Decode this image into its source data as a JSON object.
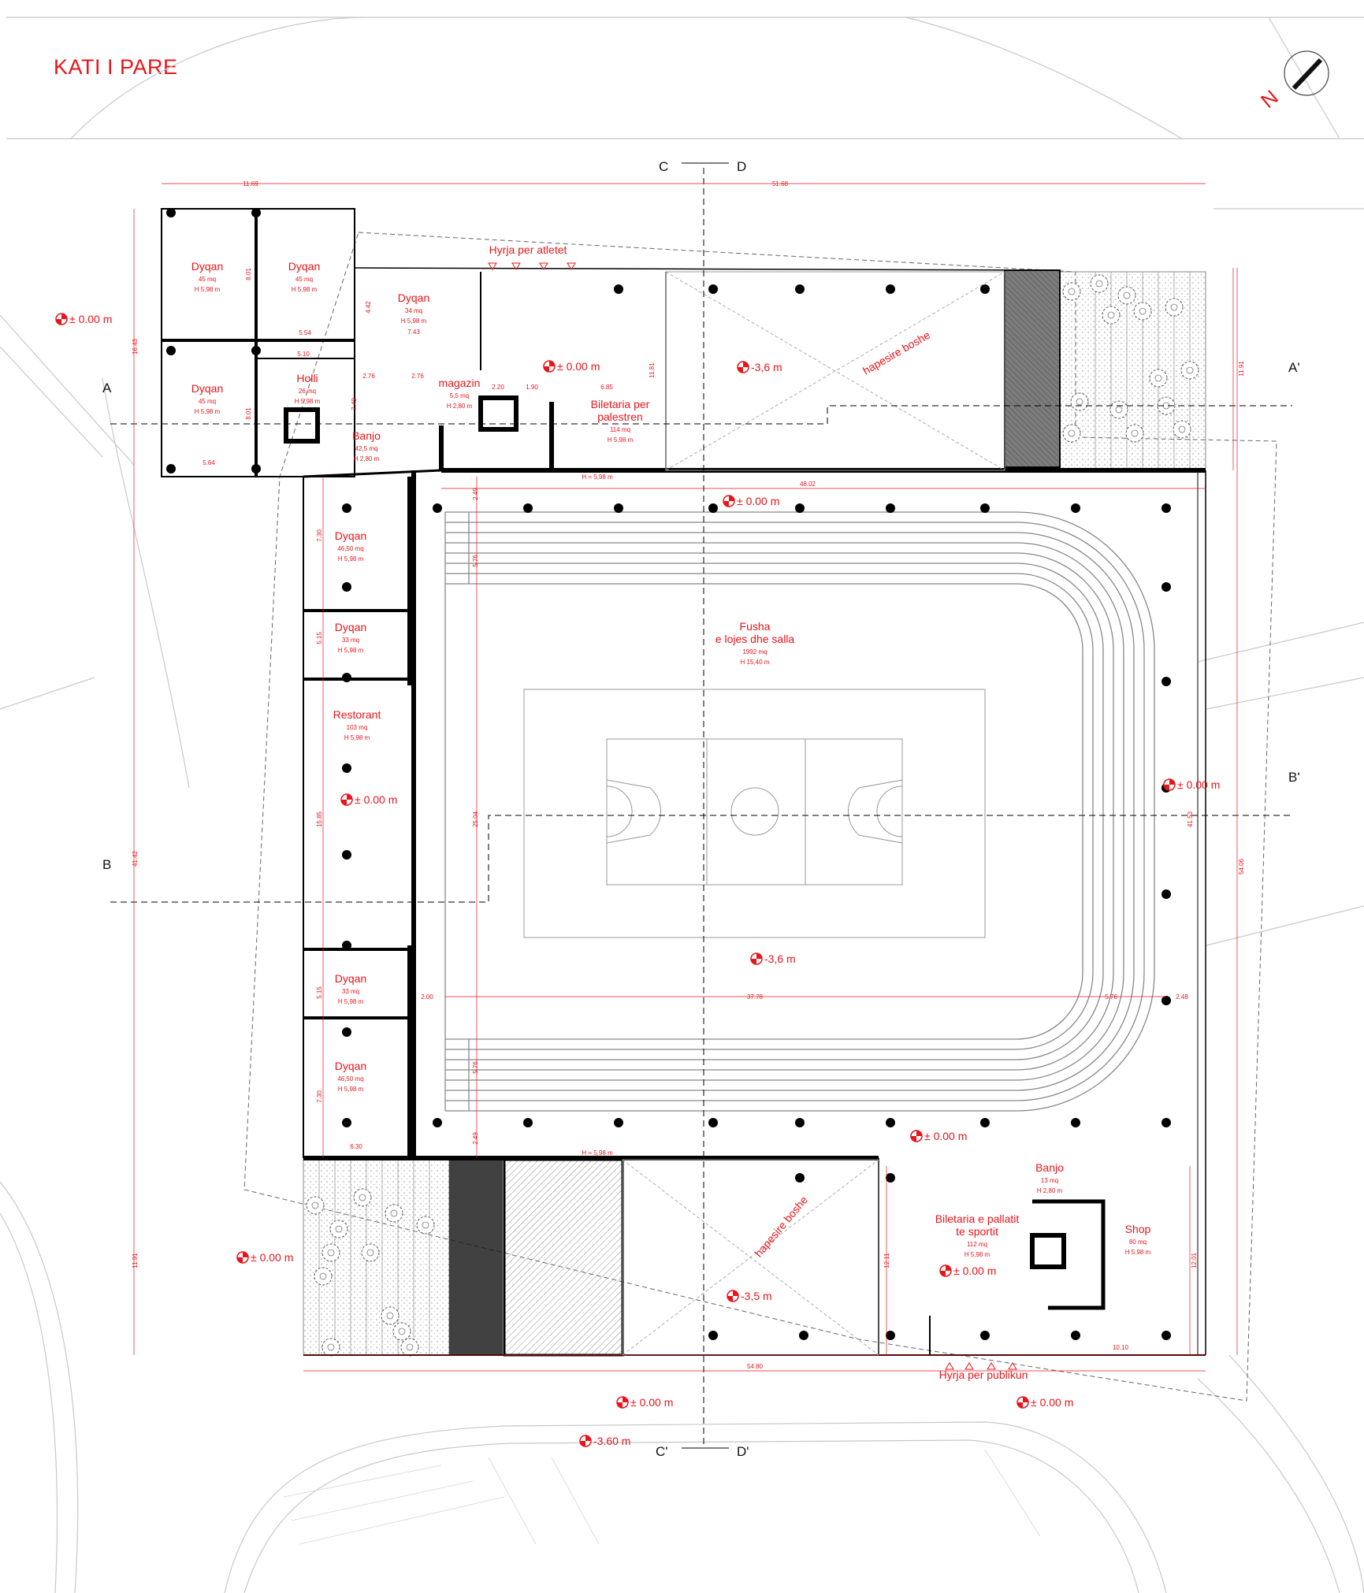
{
  "title": "KATI I PARE",
  "north": {
    "label": "N"
  },
  "sections": {
    "a_left": "A",
    "a_right": "A'",
    "b_left": "B",
    "b_right": "B'",
    "cd_top": "C",
    "cd_top2": "D",
    "cd_bot": "C'",
    "cd_bot2": "D'"
  },
  "rooms": {
    "dyqan_tl1": {
      "name": "Dyqan",
      "area": "45 mq",
      "h": "H 5,98 m"
    },
    "dyqan_tl2": {
      "name": "Dyqan",
      "area": "45 mq",
      "h": "H 5,98 m"
    },
    "dyqan_tl3": {
      "name": "Dyqan",
      "area": "45 mq",
      "h": "H 5,98 m"
    },
    "dyqan_top": {
      "name": "Dyqan",
      "area": "34 mq",
      "h": "H 5,98 m"
    },
    "holli": {
      "name": "Holli",
      "area": "26 mq",
      "h": "H 5,98 m"
    },
    "banjo_top": {
      "name": "Banjo",
      "area": "42,5 mq",
      "h": "H 2,80 m"
    },
    "magazin": {
      "name": "magazin",
      "area": "5,5 mq",
      "h": "H 2,80 m"
    },
    "hyrja_atlet": {
      "name": "Hyrja per atletet"
    },
    "biletaria_pal": {
      "name1": "Biletaria per",
      "name2": "palestren",
      "area": "114 mq",
      "h": "H 5,98 m"
    },
    "hapesire_top": {
      "name": "hapesire boshe"
    },
    "dyqan_l1": {
      "name": "Dyqan",
      "area": "46,50 mq",
      "h": "H 5,98 m"
    },
    "dyqan_l2": {
      "name": "Dyqan",
      "area": "33 mq",
      "h": "H 5,98 m"
    },
    "restorant": {
      "name": "Restorant",
      "area": "103 mq",
      "h": "H 5,98 m"
    },
    "dyqan_l3": {
      "name": "Dyqan",
      "area": "33 mq",
      "h": "H 5,98 m"
    },
    "dyqan_l4": {
      "name": "Dyqan",
      "area": "46,50 mq",
      "h": "H 5,98 m"
    },
    "fusha": {
      "name1": "Fusha",
      "name2": "e lojes dhe salla",
      "area": "1992 mq",
      "h": "H 15,40 m"
    },
    "hapesire_bot": {
      "name": "hapesire boshe"
    },
    "biletaria_sport": {
      "name1": "Biletaria e pallatit",
      "name2": "te sportit",
      "area": "112 mq",
      "h": "H 5,98 m"
    },
    "banjo_bot": {
      "name": "Banjo",
      "area": "13 mq",
      "h": "H 2,80 m"
    },
    "shop": {
      "name": "Shop",
      "area": "80 mq",
      "h": "H 5,98 m"
    },
    "hyrja_publik": {
      "name": "Hyrja per publikun"
    }
  },
  "levels": {
    "l1": "± 0.00 m",
    "l2": "± 0.00 m",
    "l3": "-3,6 m",
    "l4": "± 0.00 m",
    "l5": "± 0.00 m",
    "l6": "± 0.00 m",
    "l7": "-3,6 m",
    "l8": "± 0.00 m",
    "l9": "± 0.00 m",
    "l10": "± 0.00 m",
    "l11": "-3,5 m",
    "l12": "± 0.00 m",
    "l13": "± 0.00 m",
    "l14": "-3.60 m"
  },
  "dims": {
    "d1": "11.69",
    "d2": "51.68",
    "d3": "16.43",
    "d4": "8.01",
    "d5": "8.01",
    "d6": "5.54",
    "d7": "5.10",
    "d8": "5.64",
    "d9": "7.43",
    "d10": "4.42",
    "d11": "2.76",
    "d12": "2.76",
    "d13": "2.20",
    "d14": "1.90",
    "d15": "6.85",
    "d16": "7.49",
    "d17": "11.81",
    "d18": "11.91",
    "d19": "48.02",
    "d20": "2.49",
    "d21": "7.30",
    "d22": "5.76",
    "d23": "5.15",
    "d24": "41.42",
    "d25": "15.85",
    "d26": "25.04",
    "d27": "41.53",
    "d28": "54.06",
    "d29": "5.15",
    "d30": "2.00",
    "d31": "37.78",
    "d32": "5.76",
    "d33": "2.48",
    "d34": "7.30",
    "d35": "5.76",
    "d36": "2.49",
    "d37": "6.30",
    "d38": "11.91",
    "d39": "12.11",
    "d40": "12.01",
    "d41": "10.10",
    "d42": "54.80",
    "h1": "H = 5,98 m",
    "h2": "H = 5,98 m"
  }
}
